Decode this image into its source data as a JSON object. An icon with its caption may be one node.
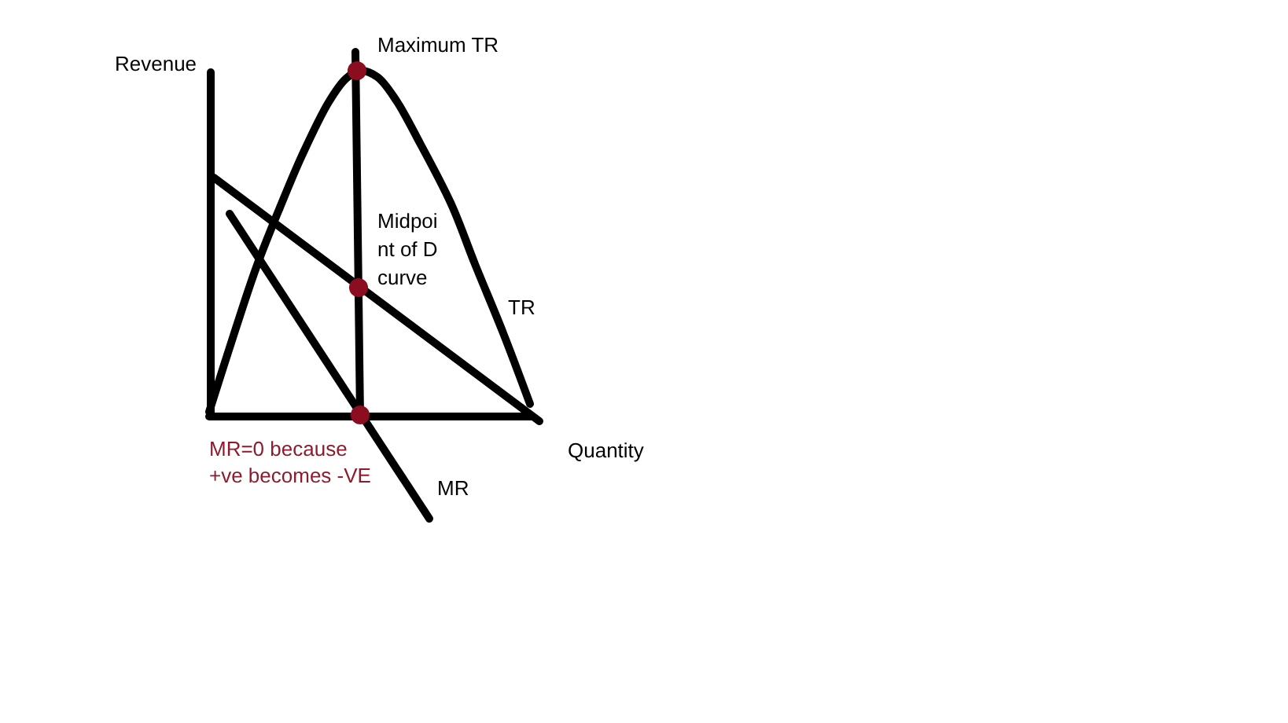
{
  "diagram": {
    "labels": [
      "Maximum TR",
      "Revenue",
      "Midpoint of D curve",
      "TR",
      "MR=0 because +ve becomes -VE",
      "Quantity",
      "MR"
    ]
  }
}
